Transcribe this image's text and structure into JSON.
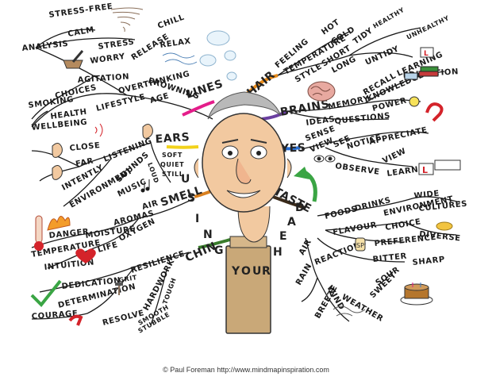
{
  "center": {
    "title": "USING YOUR HEAD",
    "letters": [
      "U",
      "S",
      "I",
      "N",
      "G",
      "Y",
      "O",
      "U",
      "R",
      "H",
      "E",
      "A",
      "D"
    ]
  },
  "credit": "© Paul Foreman http://www.mindmapinspiration.com",
  "branches": {
    "lines": {
      "label": "LINES",
      "words": [
        "STRESS-FREE",
        "CALM",
        "STRESS",
        "RELEASE",
        "CHILL",
        "RELAX",
        "ANALYSIS",
        "WORRY",
        "AGITATION",
        "FROWNING",
        "OVERTHINKING",
        "CHOICES",
        "LIFESTYLE",
        "AGE",
        "SMOKING",
        "HEALTH",
        "WELLBEING"
      ]
    },
    "hair": {
      "label": "HAIR",
      "words": [
        "FEELING",
        "TEMPERATURE",
        "HOT",
        "COLD",
        "STYLE",
        "SHORT",
        "LONG",
        "TIDY",
        "HEALTHY",
        "UNTIDY",
        "UNHEALTHY"
      ]
    },
    "brains": {
      "label": "BRAINS",
      "words": [
        "MEMORY",
        "RECALL",
        "KNOWLEDGE",
        "LEARNING",
        "EDUCATION",
        "POWER",
        "IDEAS",
        "QUESTIONS"
      ]
    },
    "ears": {
      "label": "EARS",
      "words": [
        "LISTENING",
        "CLOSE",
        "FAR",
        "INTENTLY",
        "SOUNDS",
        "ENVIRONMENT",
        "MUSIC",
        "LOUD",
        "SOFT",
        "QUIET",
        "STILL"
      ]
    },
    "eyes": {
      "label": "EYES",
      "words": [
        "VIEW",
        "SENSE",
        "SEE",
        "NOTICE",
        "APPRECIATE",
        "OBSERVE",
        "VIEW",
        "LEARN"
      ]
    },
    "smell": {
      "label": "SMELL",
      "words": [
        "AIR",
        "AROMAS",
        "OXYGEN",
        "MOISTURE",
        "DANGER",
        "TEMPERATURE",
        "LIFE",
        "INTUITION"
      ]
    },
    "taste": {
      "label": "TASTE",
      "words": [
        "FOODS",
        "DRINKS",
        "ENVIRONMENT",
        "WIDE",
        "CULTURES",
        "FLAVOUR",
        "CHOICE",
        "DIVERSE",
        "PREFERENCE",
        "REACTIONS",
        "BITTER",
        "SHARP",
        "SOUR",
        "SWEET",
        "SP"
      ]
    },
    "chin": {
      "label": "CHIN",
      "words": [
        "RESILIENCE",
        "GRIT",
        "HARDWORK",
        "TOUGH",
        "DEDICATION",
        "DETERMINATION",
        "COURAGE",
        "RESOLVE",
        "SMOOTH",
        "STUBBLE"
      ]
    },
    "air": {
      "label": "AIR",
      "words": [
        "RAIN",
        "WIND",
        "BREEZE",
        "WEATHER"
      ]
    }
  },
  "colors": {
    "lines": "#e41d8a",
    "hair": "#e88b1a",
    "brains": "#6a3fa0",
    "ears": "#f2d21a",
    "eyes": "#2a6fd1",
    "smell": "#d9801f",
    "taste": "#3a2a1a",
    "chin": "#3a7d2c",
    "skin": "#f2c9a0",
    "hairGrey": "#b9b9b9",
    "neck": "#c9a878"
  }
}
